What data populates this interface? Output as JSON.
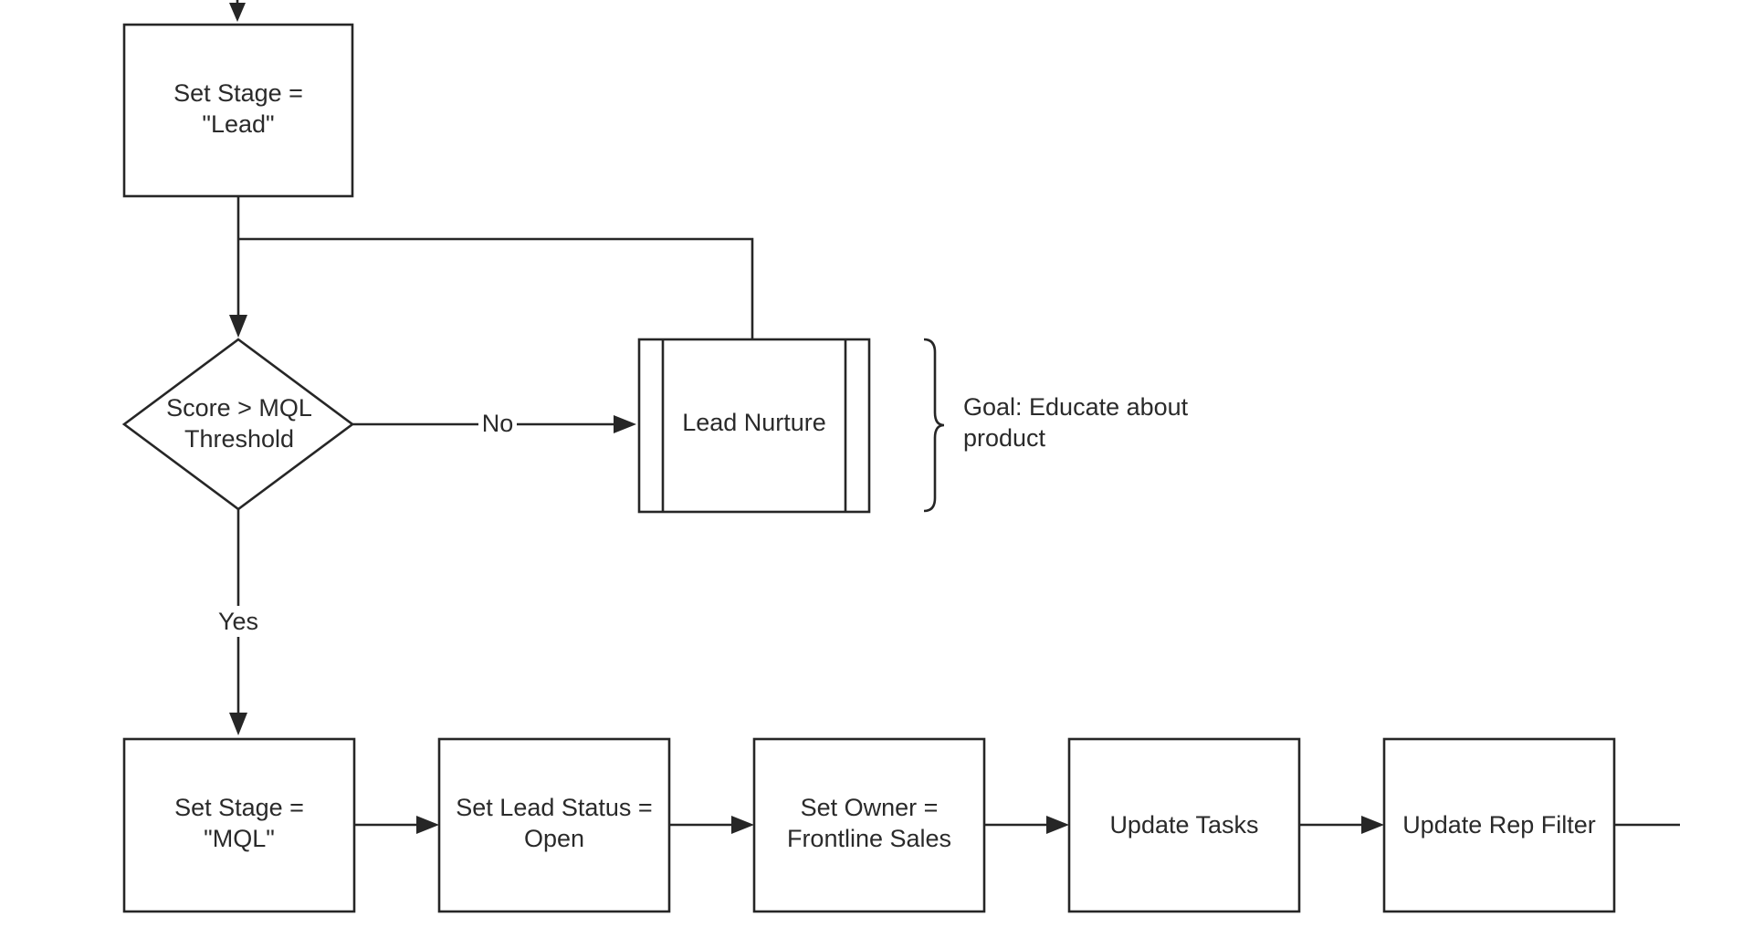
{
  "diagram": {
    "nodes": {
      "set_stage_lead": {
        "line1": "Set Stage =",
        "line2": "\"Lead\""
      },
      "score_decision": {
        "line1": "Score > MQL",
        "line2": "Threshold"
      },
      "lead_nurture": {
        "label": "Lead Nurture"
      },
      "set_stage_mql": {
        "line1": "Set Stage =",
        "line2": "\"MQL\""
      },
      "set_lead_status": {
        "line1": "Set Lead Status =",
        "line2": "Open"
      },
      "set_owner": {
        "line1": "Set Owner =",
        "line2": "Frontline Sales"
      },
      "update_tasks": {
        "label": "Update Tasks"
      },
      "update_rep_filter": {
        "label": "Update Rep Filter"
      }
    },
    "edges": {
      "no_label": "No",
      "yes_label": "Yes"
    },
    "annotation": {
      "line1": "Goal: Educate about",
      "line2": "product"
    }
  }
}
